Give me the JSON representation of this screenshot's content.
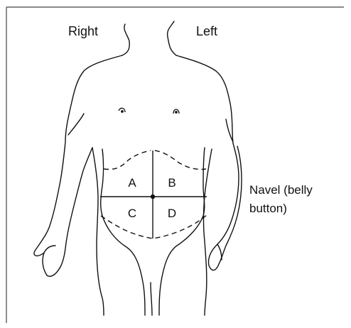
{
  "labels": {
    "right": "Right",
    "left": "Left",
    "navel_line1": "Navel (belly",
    "navel_line2": "button)"
  },
  "quadrants": {
    "a": "A",
    "b": "B",
    "c": "C",
    "d": "D"
  }
}
